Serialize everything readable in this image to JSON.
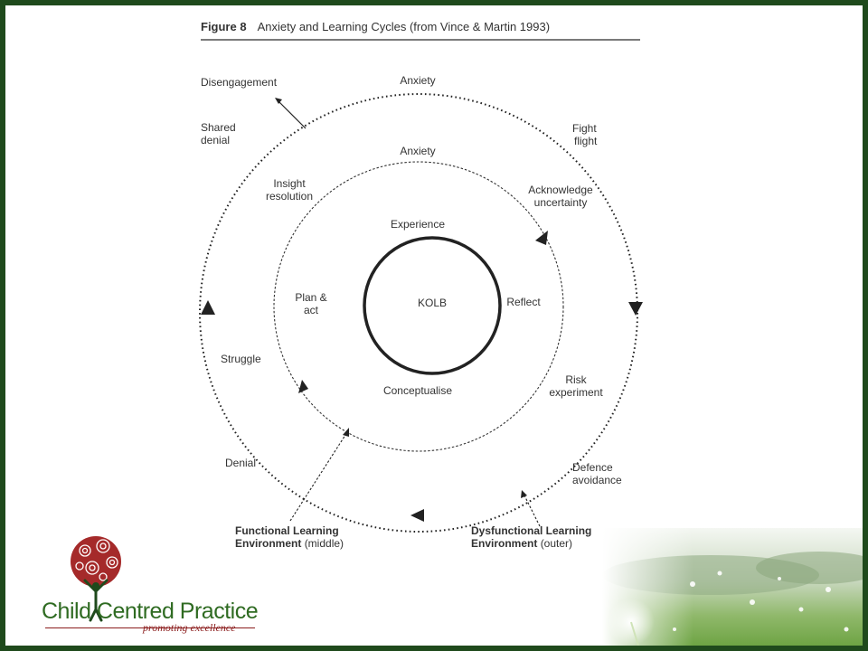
{
  "figure": {
    "number": "Figure 8",
    "title": "Anxiety and Learning Cycles (from Vince & Martin 1993)"
  },
  "diagram": {
    "center": "KOLB",
    "inner_cycle": {
      "top": "Experience",
      "right": "Reflect",
      "bottom": "Conceptualise",
      "left_line1": "Plan &",
      "left_line2": "act"
    },
    "middle_cycle": {
      "top": "Anxiety",
      "top_right_line1": "Acknowledge",
      "top_right_line2": "uncertainty",
      "bottom_right_line1": "Risk",
      "bottom_right_line2": "experiment",
      "top_left_line1": "Insight",
      "top_left_line2": "resolution"
    },
    "outer_cycle": {
      "top": "Anxiety",
      "top_right_line1": "Fight",
      "top_right_line2": "flight",
      "bottom_right_line1": "Defence",
      "bottom_right_line2": "avoidance",
      "left": "Struggle",
      "bottom_left": "Denial",
      "top_left_line1": "Shared",
      "top_left_line2": "denial",
      "exit": "Disengagement"
    },
    "legend_functional": {
      "bold_line1": "Functional Learning",
      "bold_line2": "Environment",
      "note": "(middle)"
    },
    "legend_dysfunctional": {
      "bold_line1": "Dysfunctional Learning",
      "bold_line2": "Environment",
      "note": "(outer)"
    }
  },
  "logo": {
    "name": "Child Centred Practice",
    "tagline": "promoting excellence",
    "brand_green": "#2f6b22",
    "brand_red": "#8b1d1d"
  }
}
